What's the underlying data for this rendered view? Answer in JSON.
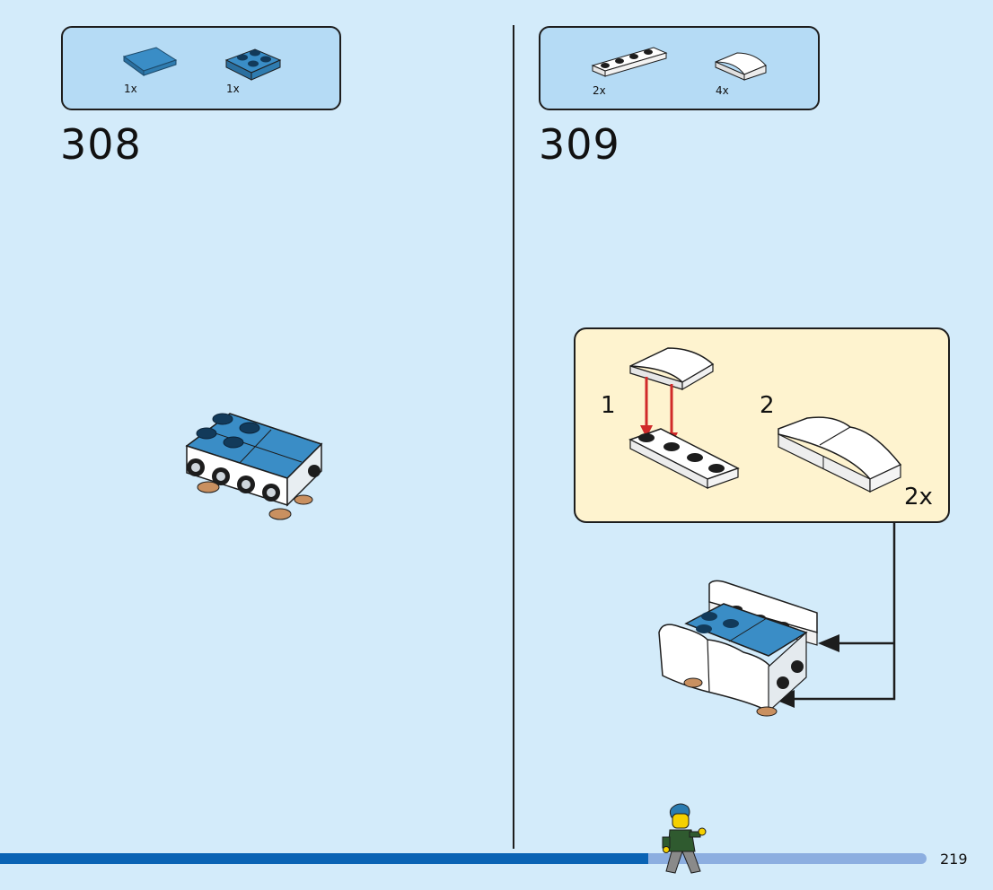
{
  "steps": [
    {
      "number": "308",
      "parts": [
        {
          "icon": "blue-tile-2x2-icon",
          "qty": "1x"
        },
        {
          "icon": "blue-plate-2x2-icon",
          "qty": "1x"
        }
      ]
    },
    {
      "number": "309",
      "parts": [
        {
          "icon": "white-plate-1x4-icon",
          "qty": "2x"
        },
        {
          "icon": "white-curved-slope-icon",
          "qty": "4x"
        }
      ],
      "substeps": [
        {
          "number": "1"
        },
        {
          "number": "2"
        }
      ],
      "multiplier": "2x"
    }
  ],
  "colors": {
    "background": "#d3ebfa",
    "parts_box": "#b5dbf5",
    "substep_box": "#fef3cf",
    "brick_blue": "#3a8dc6",
    "arrow_red": "#d02a2a",
    "progress_fill": "#0a63b4",
    "progress_track": "#8caee0"
  },
  "progress": {
    "fraction": 0.7
  },
  "page_number": "219"
}
